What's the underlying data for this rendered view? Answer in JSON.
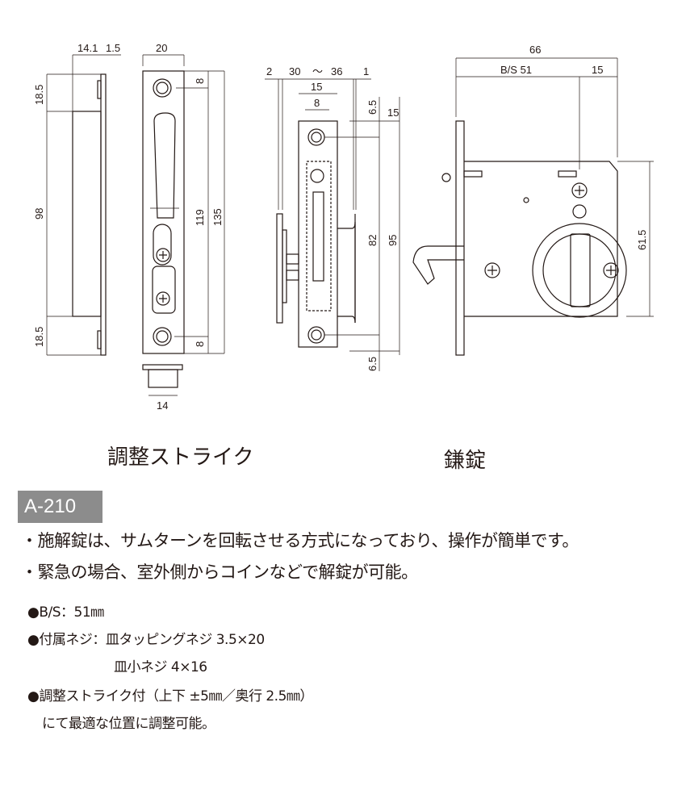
{
  "diagram": {
    "strike_side": {
      "dims": [
        "14.1",
        "1.5",
        "18.5",
        "98",
        "18.5"
      ]
    },
    "strike_front": {
      "dims": [
        "20",
        "8",
        "119",
        "135",
        "8",
        "14"
      ]
    },
    "lock_side": {
      "dims": [
        "2",
        "30",
        "〜",
        "36",
        "1",
        "15",
        "8",
        "6.5",
        "15",
        "82",
        "95",
        "6.5"
      ]
    },
    "lock_front": {
      "dims": [
        "66",
        "B/S 51",
        "15",
        "61.5"
      ]
    },
    "captions": {
      "strike": "調整ストライク",
      "lock": "鎌錠"
    }
  },
  "model": "A-210",
  "bullets": [
    "・施解錠は、サムターンを回転させる方式になっており、操作が簡単です。",
    "・緊急の場合、室外側からコインなどで解錠が可能。"
  ],
  "specs": [
    "●B/S：51㎜",
    "●付属ネジ：皿タッピングネジ 3.5×20",
    "皿小ネジ 4×16",
    "●調整ストライク付（上下 ±5㎜／奥行 2.5㎜）",
    "にて最適な位置に調整可能。"
  ],
  "colors": {
    "line": "#231815",
    "badge": "#8c8c8c"
  }
}
